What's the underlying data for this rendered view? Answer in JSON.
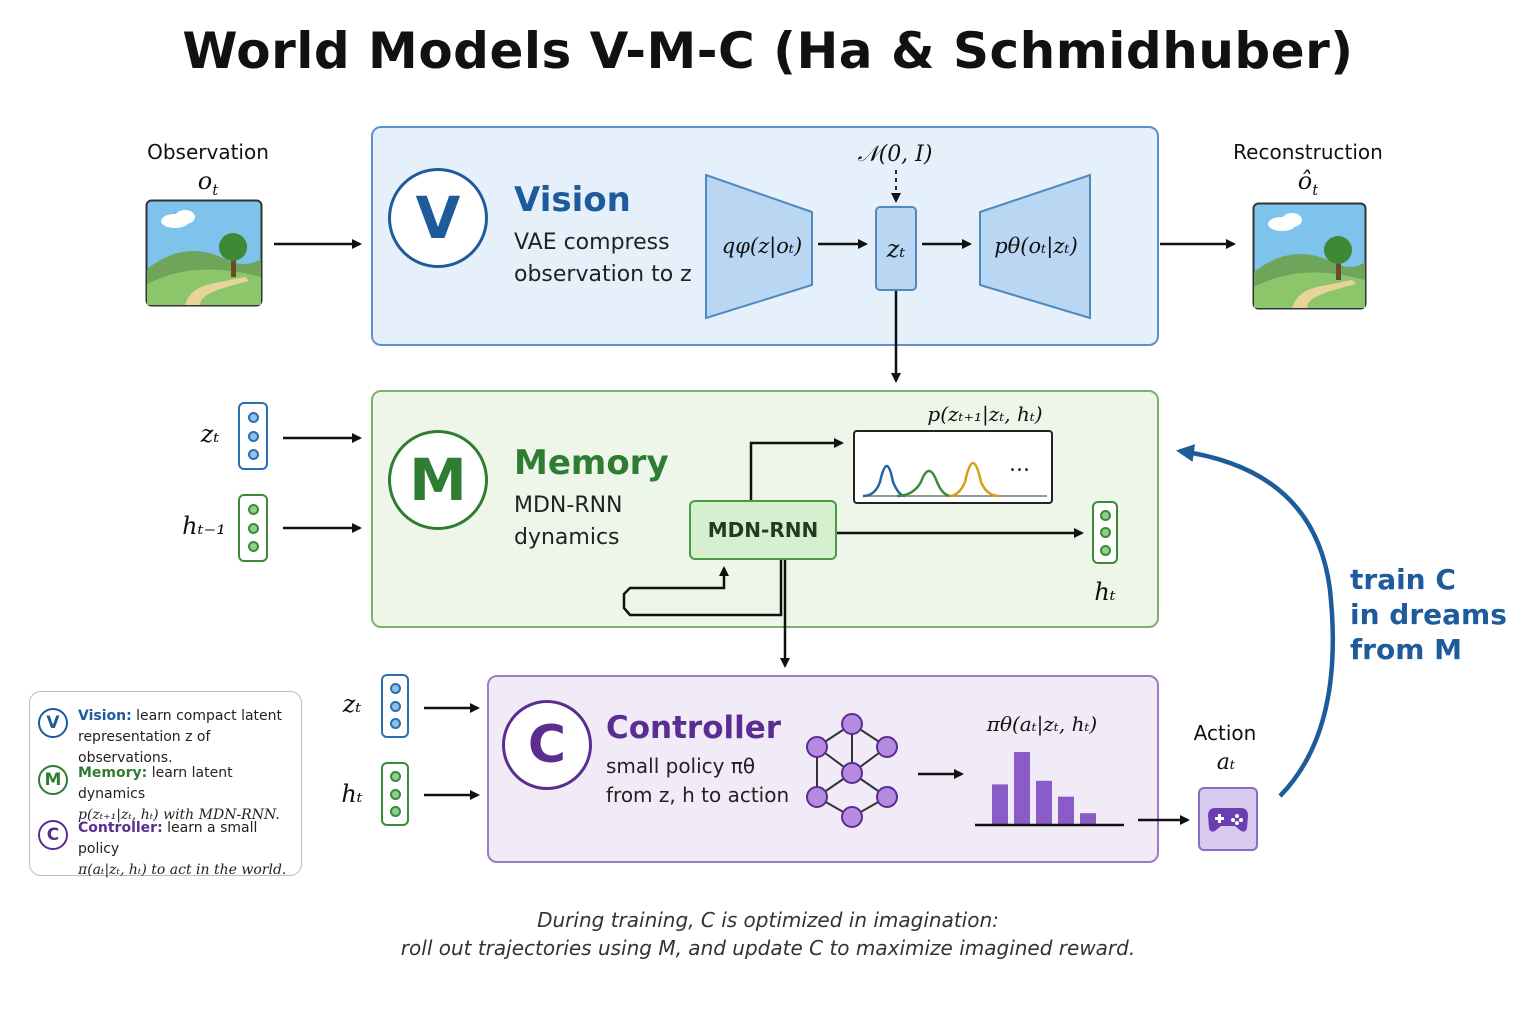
{
  "title": "World Models V-M-C (Ha & Schmidhuber)",
  "observation": {
    "label": "Observation",
    "symbol": "o",
    "sub": "t"
  },
  "reconstruction": {
    "label": "Reconstruction",
    "symbol": "ô",
    "sub": "t"
  },
  "vision": {
    "badge": "V",
    "title": "Vision",
    "desc_line1": "VAE compress",
    "desc_line2": "observation to z",
    "prior": "𝒩(0, I)",
    "encoder": "qφ(z|oₜ)",
    "latent": "zₜ",
    "decoder": "pθ(oₜ|zₜ)"
  },
  "memory": {
    "badge": "M",
    "title": "Memory",
    "desc_line1": "MDN-RNN",
    "desc_line2": "dynamics",
    "input_z": "zₜ",
    "input_h": "hₜ₋₁",
    "block": "MDN-RNN",
    "mixture_label": "p(zₜ₊₁|zₜ, hₜ)",
    "ellipsis": "...",
    "output_h": "hₜ"
  },
  "controller": {
    "badge": "C",
    "title": "Controller",
    "desc_line1": "small policy πθ",
    "desc_line2": "from z, h to action",
    "input_z": "zₜ",
    "input_h": "hₜ",
    "policy_label": "πθ(aₜ|zₜ, hₜ)",
    "action_dist": [
      0.55,
      1.0,
      0.6,
      0.38,
      0.15
    ]
  },
  "action": {
    "label": "Action",
    "symbol": "aₜ",
    "icon": "gamepad-icon"
  },
  "side_note": {
    "line1": "train C",
    "line2": "in dreams",
    "line3": "from M"
  },
  "legend": {
    "v_badge": "V",
    "v_head": "Vision:",
    "v_text1": "learn compact latent",
    "v_text2": "representation z of observations.",
    "m_badge": "M",
    "m_head": "Memory:",
    "m_text1": "learn latent dynamics",
    "m_text2": "p(zₜ₊₁|zₜ, hₜ) with MDN-RNN.",
    "c_badge": "C",
    "c_head": "Controller:",
    "c_text1": "learn a small policy",
    "c_text2": "π(aₜ|zₜ, hₜ) to act in the world."
  },
  "caption": {
    "line1": "During training, C is optimized in imagination:",
    "line2": "roll out trajectories using M, and update C to maximize imagined reward."
  },
  "colors": {
    "vision": "#1d5b9a",
    "memory": "#2e7d32",
    "controller": "#5b2d91",
    "note": "#1d5b9a"
  }
}
